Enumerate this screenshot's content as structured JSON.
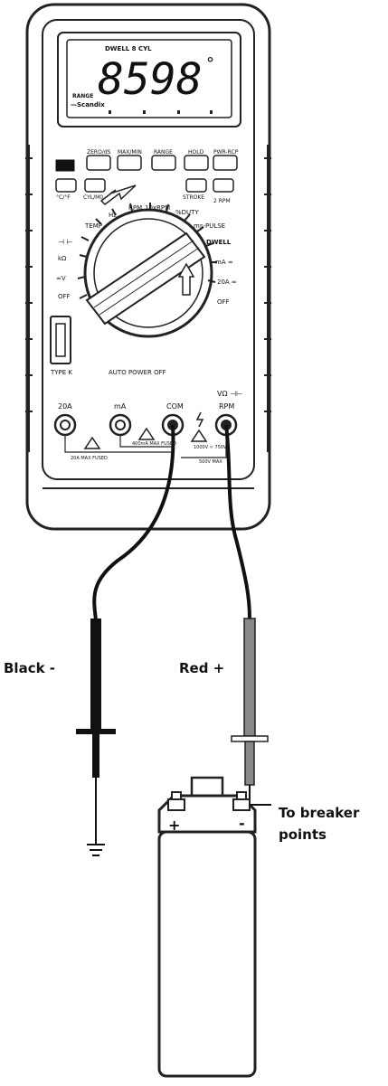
{
  "meter": {
    "lcd_header": "DWELL  8 CYL",
    "lcd_reading": "8598",
    "lcd_degree": "°",
    "lcd_range": "RANGE",
    "lcd_bar_label": "—Scandix",
    "buttons": [
      "ZERO/dS",
      "MAX/MIN",
      "RANGE",
      "HOLD",
      "PWR-RCP"
    ],
    "lower_buttons": [
      "°C/°F",
      "CYL/M0",
      "STROKE",
      "2 RPM"
    ],
    "dial_labels": {
      "temp": "TEMP",
      "hz": "Hz",
      "rpm": "RPM",
      "rpm10": "10xRPM",
      "duty": "%DUTY",
      "ms_pulse": "ms-PULSE",
      "dwell": "DWELL",
      "ma": "mA ≂",
      "a20": "20A ≂",
      "off_right": "OFF",
      "diode": "⊣ ⊢",
      "ohm": "kΩ",
      "volt": "≂V",
      "off_left": "OFF"
    },
    "type_text": "TYPE K",
    "auto_off": "AUTO POWER OFF",
    "jacks": [
      "20A",
      "mA",
      "COM",
      "VΩ ⊣⊢\nRPM"
    ],
    "jack_vohm": "VΩ ⊣⊢",
    "jack_rpm": "RPM",
    "fuse_labels": [
      "20A MAX FUSED",
      "400mA MAX FUSED",
      "1000V ≂ 750V~",
      "500V MAX"
    ]
  },
  "labels": {
    "black": "Black -",
    "red": "Red +",
    "breaker_line1": "To breaker",
    "breaker_line2": "points",
    "coil_plus": "+",
    "coil_minus": "-"
  }
}
